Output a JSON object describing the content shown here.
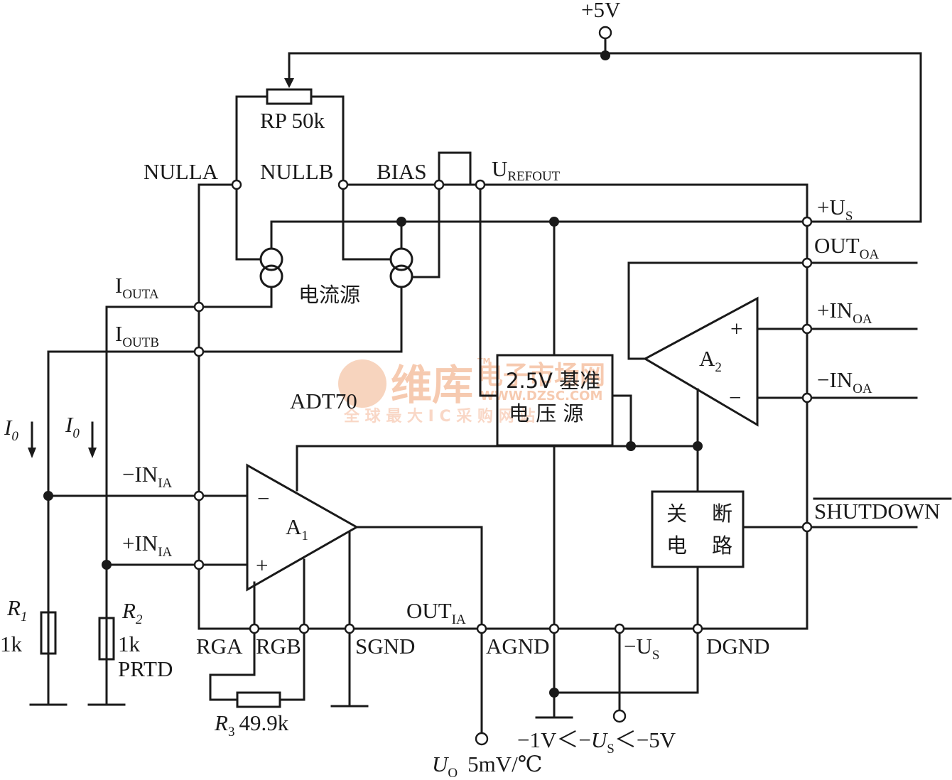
{
  "supply": {
    "vcc": "+5V"
  },
  "pot": {
    "label": "RP 50k"
  },
  "chip": {
    "name": "ADT70",
    "current_source": "电流源"
  },
  "pins": {
    "nulla": "NULLA",
    "nullb": "NULLB",
    "bias": "BIAS",
    "urefout": "U",
    "urefout_sub": "REFOUT",
    "us_pos": "+U",
    "us_pos_sub": "S",
    "outoa": "OUT",
    "outoa_sub": "OA",
    "inoa_pos": "+IN",
    "inoa_pos_sub": "OA",
    "inoa_neg": "−IN",
    "inoa_neg_sub": "OA",
    "shutdown": "SHUTDOWN",
    "iouta": "I",
    "iouta_sub": "OUTA",
    "ioutb": "I",
    "ioutb_sub": "OUTB",
    "inia_neg": "−IN",
    "inia_neg_sub": "IA",
    "inia_pos": "+IN",
    "inia_pos_sub": "IA",
    "outia": "OUT",
    "outia_sub": "IA",
    "rga": "RGA",
    "rgb": "RGB",
    "sgnd": "SGND",
    "agnd": "AGND",
    "us_neg": "−U",
    "us_neg_sub": "S",
    "dgnd": "DGND"
  },
  "blocks": {
    "ref_line1": "2.5V 基准",
    "ref_line2": "电 压 源",
    "shutdown_l1a": "关",
    "shutdown_l1b": "断",
    "shutdown_l2a": "电",
    "shutdown_l2b": "路"
  },
  "amps": {
    "a1": "A",
    "a1_sub": "1",
    "a2": "A",
    "a2_sub": "2",
    "plus": "+",
    "minus": "−"
  },
  "currents": {
    "i0": "I",
    "i0_sub": "0"
  },
  "resistors": {
    "r1_name": "R",
    "r1_sub": "1",
    "r1_val": "1k",
    "r2_name": "R",
    "r2_sub": "2",
    "r2_val": "1k",
    "r2_type": "PRTD",
    "r3_name": "R",
    "r3_sub": "3",
    "r3_val": "49.9k"
  },
  "output": {
    "uo": "U",
    "uo_sub": "O",
    "scale": "5mV/℃"
  },
  "range_note": {
    "p1": "−1V＜−",
    "u": "U",
    "sub": "S",
    "p2": "＜−5V"
  },
  "watermark": {
    "brand": "维库",
    "name": "电子市场网",
    "url": "WWW.DZSC.COM",
    "tagline": "全 球 最 大 I C 采 购 网 站",
    "tm": "TM"
  }
}
